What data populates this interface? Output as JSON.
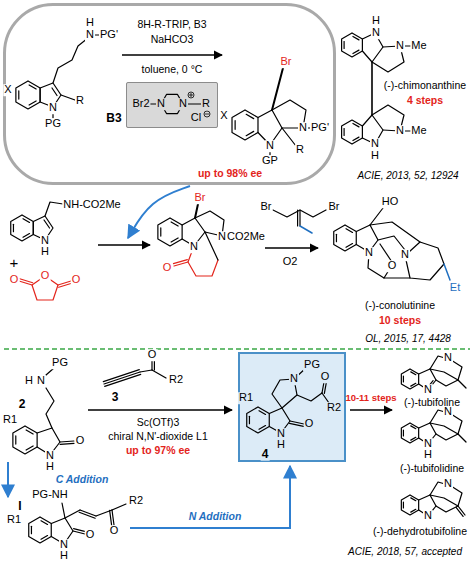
{
  "diagram": {
    "nodes": [
      {
        "text": [
          "8H-R-TRIP, B3",
          "NaHCO3",
          "toluene, 0 °C",
          "up to 98% ee"
        ]
      },
      {
        "text": [
          "B3",
          "Br2",
          "N",
          "N",
          "R",
          "Cl"
        ],
        "in": 0
      },
      {
        "text": [
          "N",
          "PG",
          "O",
          "R2",
          "O",
          "R1",
          "N",
          "H",
          "4"
        ]
      }
    ],
    "labels": [
      "X",
      "N",
      "PG",
      "R",
      "N",
      "H",
      "PG'",
      "X",
      "Br",
      "N",
      "GP",
      "R",
      "N",
      "PG'",
      "H",
      "N",
      "N",
      "Me",
      "(-)-chimonanthine",
      "4 steps",
      "N",
      "Me",
      "N",
      "H",
      "ACIE, 2013, 52, 12924",
      "N",
      "H",
      "NH-CO2Me",
      "+",
      "O",
      "O",
      "O",
      "Br",
      "N",
      "N",
      "CO2Me",
      "O",
      "Br",
      "Br",
      "O2",
      "HO",
      "N",
      "N",
      "O",
      "Et",
      "(-)-conolutinine",
      "10 steps",
      "OL, 2015, 17, 4428",
      "H",
      "N",
      "PG",
      "2",
      "R1",
      "O",
      "N",
      "H",
      "O",
      "R2",
      "3",
      "Sc(OTf)3",
      "chiral N,N'-dioxide L1",
      "up to 97% ee",
      "10-11 steps",
      "N",
      "N",
      "(-)-tubifoline",
      "N",
      "N",
      "H",
      "(-)-tubifolidine",
      "N",
      "N",
      "(-)-dehydrotubifoline",
      "ACIE, 2018, 57, accepted",
      "C Addition",
      "I",
      "PG-NH",
      "R1",
      "O",
      "R2",
      "N",
      "H",
      "O",
      "N Addition"
    ]
  }
}
